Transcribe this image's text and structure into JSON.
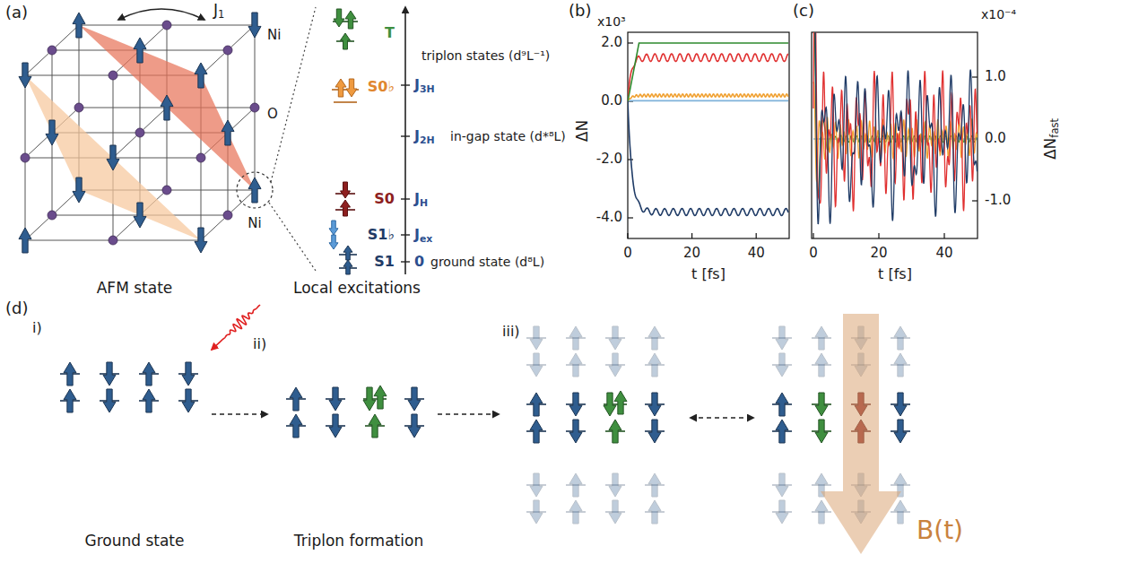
{
  "diagram": {
    "labels": [
      "(a)",
      "J1",
      "Ni",
      "O",
      "Ni",
      "T",
      "triplon states (d⁹L⁻¹)",
      "S0♭",
      "J3H",
      "J2H",
      "in-gap state (d*⁸L)",
      "S0",
      "JH",
      "S1♭",
      "Jex",
      "S1",
      "0",
      "ground state (d⁸L)",
      "AFM state",
      "Local excitations",
      "(b)",
      "x10³",
      "2.0",
      "0.0",
      "-2.0",
      "-4.0",
      "ΔN",
      "0",
      "20",
      "40",
      "t [fs]",
      "(c)",
      "x10⁻⁴",
      "1.0",
      "0.0",
      "-1.0",
      "ΔNfast",
      "0",
      "20",
      "40",
      "t [fs]",
      "(d)",
      "i)",
      "ii)",
      "iii)",
      "Ground state",
      "Triplon formation",
      "B(t)"
    ]
  }
}
